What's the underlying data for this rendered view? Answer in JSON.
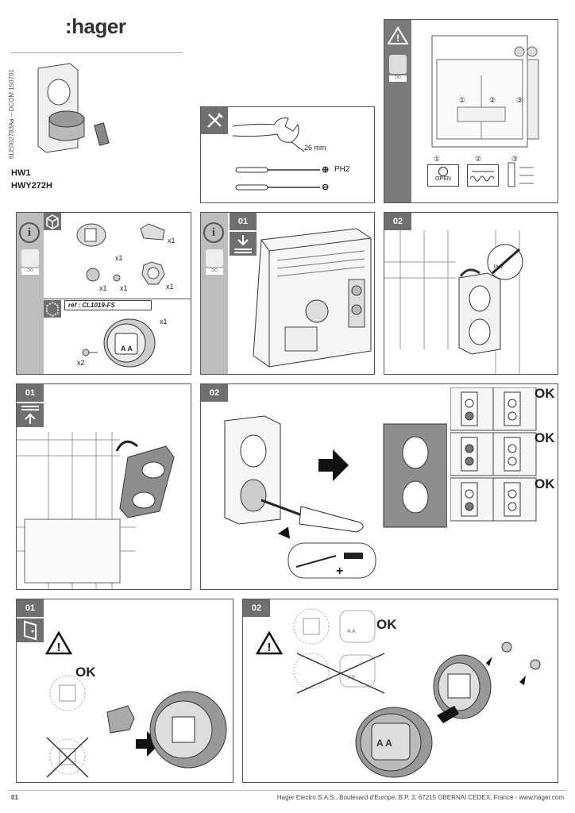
{
  "header": {
    "brand": ":hager",
    "doc_code": "6LE002783Aa – DCOM 150701",
    "product_1": "HW1",
    "product_2": "HWY272H"
  },
  "tools": {
    "wrench": "26 mm",
    "screwdriver": "PH2"
  },
  "warning_panel": {
    "badge": "DO",
    "label_1": "①",
    "label_2": "②",
    "label_3": "③",
    "open_label": "OPEN"
  },
  "kit_panel": {
    "badge": "DO",
    "qty_a": "x1",
    "qty_b": "x1",
    "qty_c": "x1",
    "qty_d": "x1",
    "qty_e": "x1",
    "ref": "réf : CL1019-FS",
    "qty_f": "x1",
    "qty_g": "x2",
    "lock_text": "A A"
  },
  "steps": {
    "s1": "01",
    "s2": "02",
    "s3": "01",
    "s4": "02",
    "s5": "01",
    "s6": "02",
    "badge": "DO",
    "ph_label": "PH2"
  },
  "ok": [
    "OK",
    "OK",
    "OK",
    "OK",
    "OK"
  ],
  "bottom": {
    "lock_text": "A A"
  },
  "footer": {
    "page": "01",
    "address": "Hager Electro S.A.S., Boulevard d'Europe, B.P. 3, 67215 OBERNAI CEDEX, France - www.hager.com"
  }
}
